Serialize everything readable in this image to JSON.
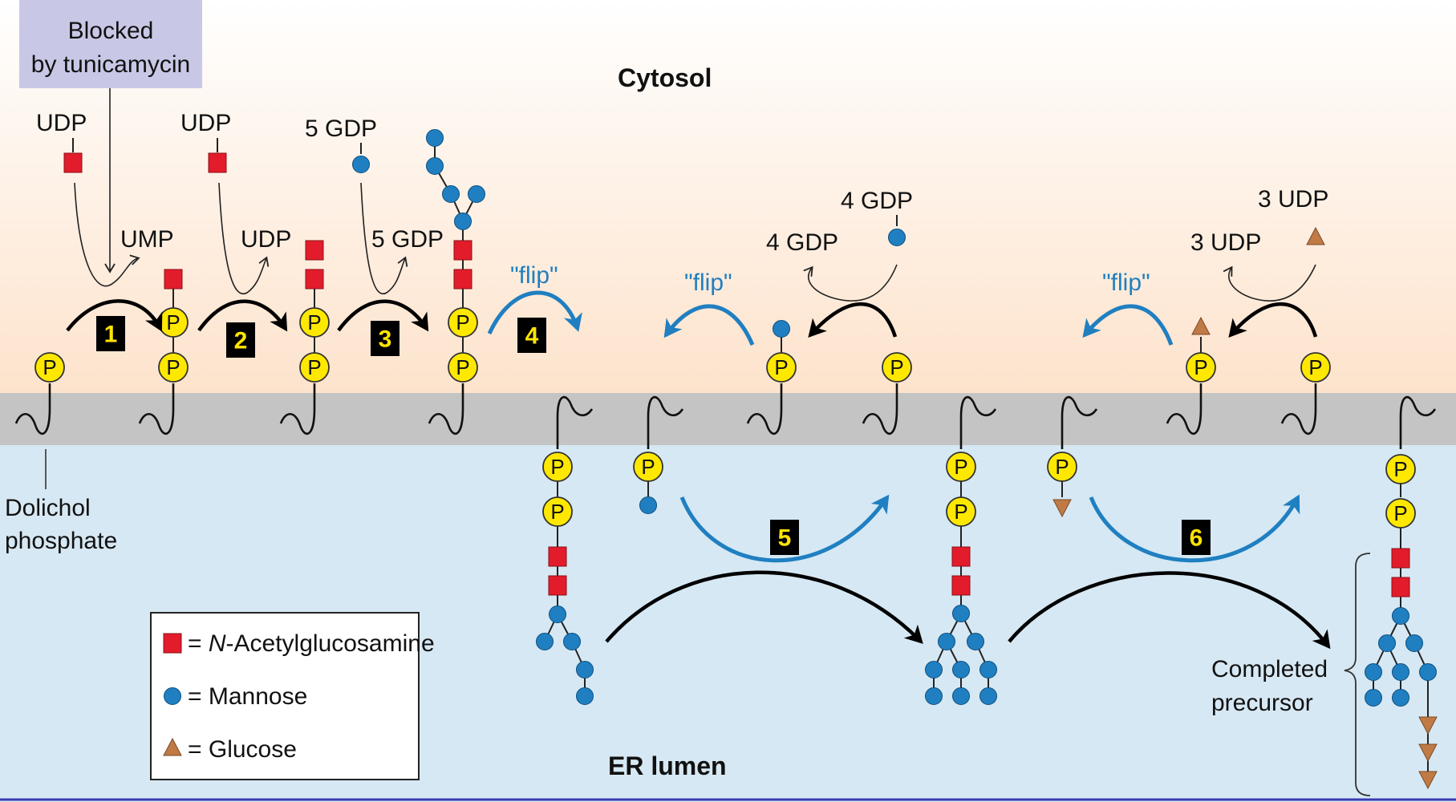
{
  "regions": {
    "cytosol": "Cytosol",
    "er_lumen": "ER lumen"
  },
  "inhibitor": {
    "line1": "Blocked",
    "line2": "by tunicamycin"
  },
  "dolichol": {
    "line1": "Dolichol",
    "line2": "phosphate"
  },
  "phosphate_symbol": "P",
  "steps": [
    "1",
    "2",
    "3",
    "4",
    "5",
    "6"
  ],
  "step1": {
    "donor": "UDP",
    "product": "UMP"
  },
  "step2": {
    "donor": "UDP",
    "product": "UDP"
  },
  "step3": {
    "donor": "5 GDP",
    "product": "5 GDP"
  },
  "flip_label": "\"flip\"",
  "step5": {
    "donor": "4 GDP",
    "product": "4 GDP"
  },
  "step6": {
    "donor": "3 UDP",
    "product": "3 UDP"
  },
  "completed": {
    "line1": "Completed",
    "line2": "precursor"
  },
  "legend": {
    "glcnac_prefix": "= ",
    "glcnac_italic": "N",
    "glcnac_rest": "-Acetylglucosamine",
    "mannose": "= Mannose",
    "glucose": "= Glucose"
  },
  "colors": {
    "cytosol_top": "#ffffff",
    "cytosol_bottom": "#fde3cc",
    "membrane": "#c4c4c4",
    "lumen": "#d6e8f3",
    "glcnac": "#e31c2b",
    "mannose": "#1f7fc1",
    "glucose": "#c07a45",
    "phosphate": "#ffe800",
    "flip_arrow": "#1f7fc1",
    "inhibitor_box": "#c8c8e6"
  }
}
